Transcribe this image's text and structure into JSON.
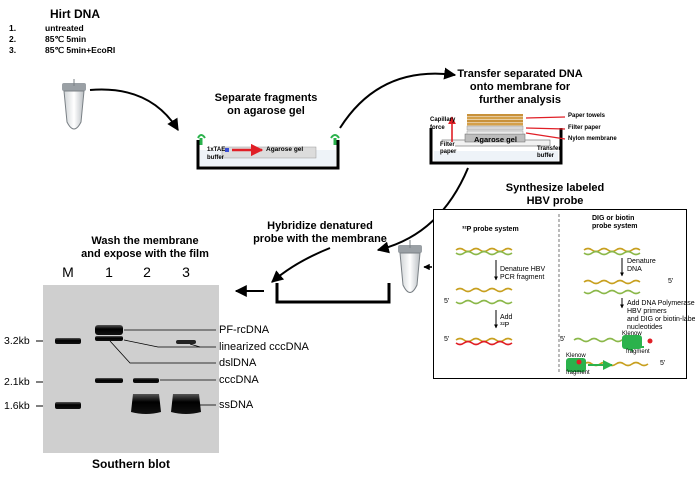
{
  "hirt": {
    "title": "Hirt DNA",
    "items": [
      {
        "num": "1.",
        "text": "untreated"
      },
      {
        "num": "2.",
        "text": "85℃ 5min"
      },
      {
        "num": "3.",
        "text": "85℃ 5min+EcoRI"
      }
    ]
  },
  "step_separate": {
    "line1": "Separate fragments",
    "line2": "on agarose gel"
  },
  "gel_tray": {
    "buffer_line1": "1xTAE",
    "buffer_line2": "buffer",
    "gel_label": "Agarose gel"
  },
  "step_transfer": {
    "line1": "Transfer separated DNA",
    "line2": "onto membrane for",
    "line3": "further analysis"
  },
  "blot_stack": {
    "capillary_line1": "Capillary",
    "capillary_line2": "force",
    "filter_left_line1": "Filter",
    "filter_left_line2": "paper",
    "gel": "Agarose gel",
    "paper_towels": "Paper towels",
    "filter_paper": "Filter paper",
    "nylon": "Nylon membrane",
    "transfer_line1": "Transfer",
    "transfer_line2": "buffer"
  },
  "step_probe": {
    "line1": "Synthesize labeled",
    "line2": "HBV probe"
  },
  "probe_systems": {
    "p32_title": "³²P probe system",
    "p32_step1_line1": "Denature HBV",
    "p32_step1_line2": "PCR fragment",
    "p32_step2_line1": "Add",
    "p32_step2_line2": "³²P",
    "dig_title_line1": "DIG or biotin",
    "dig_title_line2": "probe system",
    "dig_step1_line1": "Denature",
    "dig_step1_line2": "DNA",
    "dig_step2_line1": "Add DNA Polymerase,",
    "dig_step2_line2": "HBV primers",
    "dig_step2_line3": "and DIG or biotin-labeled",
    "dig_step2_line4": "nucleotides",
    "klenow_label": "Klenow",
    "fragment_label": "fragment",
    "strand_end": "5'"
  },
  "step_hybridize": {
    "line1": "Hybridize denatured",
    "line2": "probe with the membrane"
  },
  "step_wash": {
    "line1": "Wash the membrane",
    "line2": "and expose with the film"
  },
  "blot": {
    "lanes": [
      "M",
      "1",
      "2",
      "3"
    ],
    "size_markers": [
      "3.2kb",
      "2.1kb",
      "1.6kb"
    ],
    "band_labels": [
      "PF-rcDNA",
      "linearized cccDNA",
      "dslDNA",
      "cccDNA",
      "ssDNA"
    ],
    "caption": "Southern blot"
  },
  "colors": {
    "tube_green": "#2bb24c",
    "arrow_red": "#e01f26",
    "gel_gray": "#dcdcdc",
    "blot_bg": "#cfcfcf",
    "band": "#0a0a0a",
    "towel": "#c8913a"
  }
}
